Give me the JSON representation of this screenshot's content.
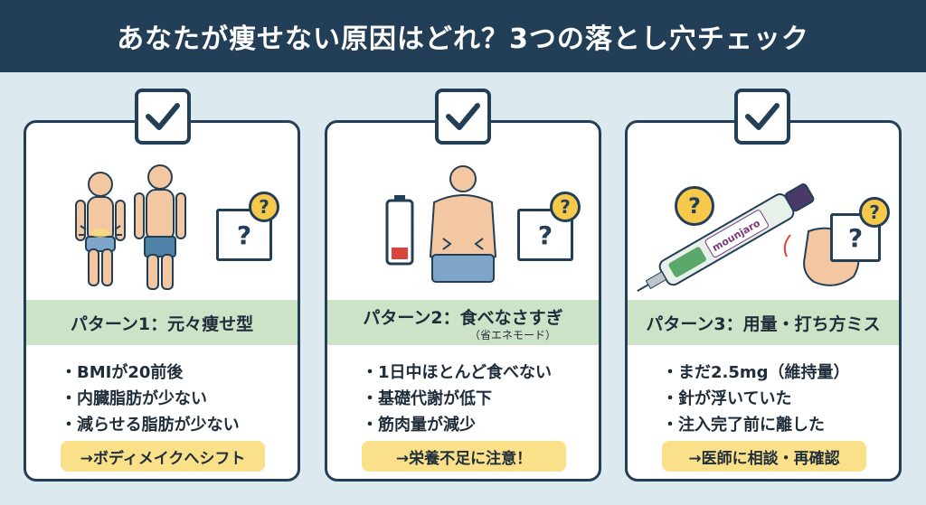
{
  "header": {
    "title": "あなたが痩せない原因はどれ？3つの落とし穴チェック"
  },
  "colors": {
    "header_bg": "#223f57",
    "background": "#dceaf0",
    "pattern_band": "#cde3c8",
    "advice_bg": "#fbe08a",
    "question_badge": "#f6c94a"
  },
  "cards": [
    {
      "icons": [
        "check-icon",
        "body-figures-icon",
        "question-icon"
      ],
      "pattern_title": "パターン1：元々痩せ型",
      "pattern_sub": "",
      "bullets": [
        "・BMIが20前後",
        "・内臓脂肪が少ない",
        "・減らせる脂肪が少ない"
      ],
      "advice": "→ボディメイクへシフト"
    },
    {
      "icons": [
        "check-icon",
        "battery-icon",
        "torso-icon",
        "question-icon"
      ],
      "pattern_title": "パターン2：食べなさすぎ",
      "pattern_sub": "（省エネモード）",
      "bullets": [
        "・1日中ほとんど食べない",
        "・基礎代謝が低下",
        "・筋肉量が減少"
      ],
      "advice": "→栄養不足に注意！"
    },
    {
      "icons": [
        "check-icon",
        "injection-pen-icon",
        "hand-icon",
        "question-icon"
      ],
      "pen_label": "mounjaro",
      "pattern_title": "パターン3：用量・打ち方ミス",
      "pattern_sub": "",
      "bullets": [
        "・まだ2.5mg（維持量）",
        "・針が浮いていた",
        "・注入完了前に離した"
      ],
      "advice": "→医師に相談・再確認"
    }
  ],
  "question_mark": "?"
}
